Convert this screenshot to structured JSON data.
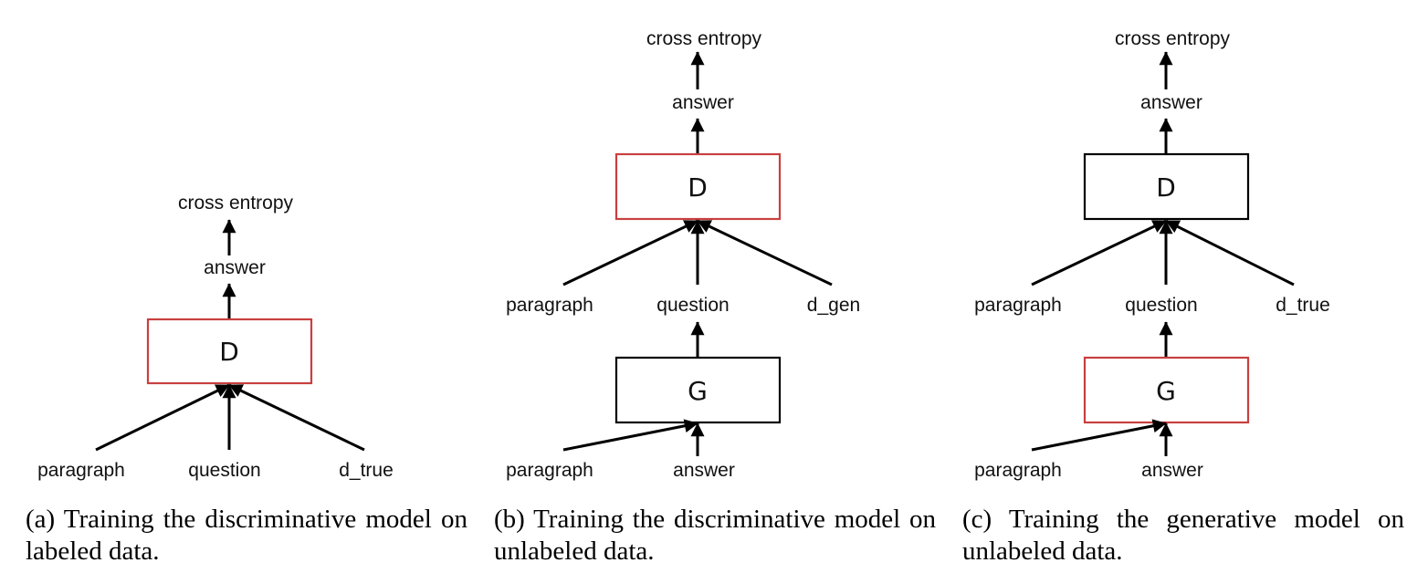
{
  "colors": {
    "highlight_box": "#c8403f",
    "normal_box": "#000000",
    "arrow": "#000000",
    "text": "#111111"
  },
  "panels": [
    {
      "id": "a",
      "nodes": {
        "output": "cross entropy",
        "answer": "answer",
        "model": "D",
        "inputs": [
          "paragraph",
          "question",
          "d_true"
        ]
      },
      "highlighted_box": "D",
      "caption": "(a) Training the discriminative model on labeled data."
    },
    {
      "id": "b",
      "nodes": {
        "output": "cross entropy",
        "answer": "answer",
        "model": "D",
        "inputs": [
          "paragraph",
          "question",
          "d_gen"
        ],
        "generator": "G",
        "gen_inputs": [
          "paragraph",
          "answer"
        ]
      },
      "highlighted_box": "D",
      "caption": "(b) Training the discriminative model on unlabeled data."
    },
    {
      "id": "c",
      "nodes": {
        "output": "cross entropy",
        "answer": "answer",
        "model": "D",
        "inputs": [
          "paragraph",
          "question",
          "d_true"
        ],
        "generator": "G",
        "gen_inputs": [
          "paragraph",
          "answer"
        ]
      },
      "highlighted_box": "G",
      "caption": "(c) Training the generative model on unlabeled data."
    }
  ]
}
